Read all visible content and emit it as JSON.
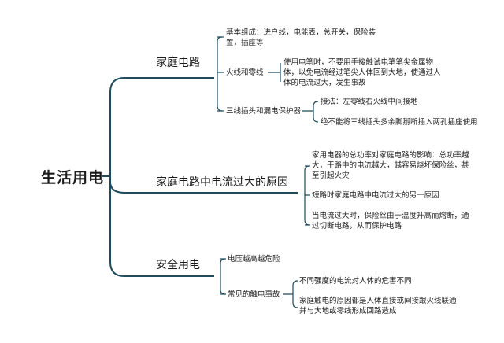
{
  "root": "生活用电",
  "colors": {
    "line": "#1f4b5c",
    "text": "#222222"
  },
  "branches": [
    {
      "label": "家庭电路",
      "children": [
        {
          "text": "基本组成：进户线，电能表，总开关，保险装置，插座等"
        },
        {
          "text": "火线和零线",
          "children": [
            {
              "text": "使用电笔时，不要用手接触试电笔笔尖金属物体，以免电流经过笔尖人体回到大地，使通过人体的电流过大，发生事故"
            }
          ]
        },
        {
          "text": "三线插头和漏电保护器",
          "children": [
            {
              "text": "接法：左零线右火线中间接地"
            },
            {
              "text": "绝不能将三线插头多余脚掰断插入两孔插座使用"
            }
          ]
        }
      ]
    },
    {
      "label": "家庭电路中电流过大的原因",
      "children": [
        {
          "text": "家用电器的总功率对家庭电路的影响：总功率越大，干路中的电流越大，越容易烧坏保险丝，甚至引起火灾"
        },
        {
          "text": "短路时家庭电路中电流过大的另一原因"
        },
        {
          "text": "当电流过大时，保险丝由于温度升高而熔断，通过切断电路，从而保护电路"
        }
      ]
    },
    {
      "label": "安全用电",
      "children": [
        {
          "text": "电压越高越危险"
        },
        {
          "text": "常见的触电事故",
          "children": [
            {
              "text": "不同强度的电流对人体的危害不同"
            },
            {
              "text": "家庭触电的原因都是人体直接或间接跟火线联通并与大地或零线形成回路造成"
            }
          ]
        }
      ]
    }
  ]
}
